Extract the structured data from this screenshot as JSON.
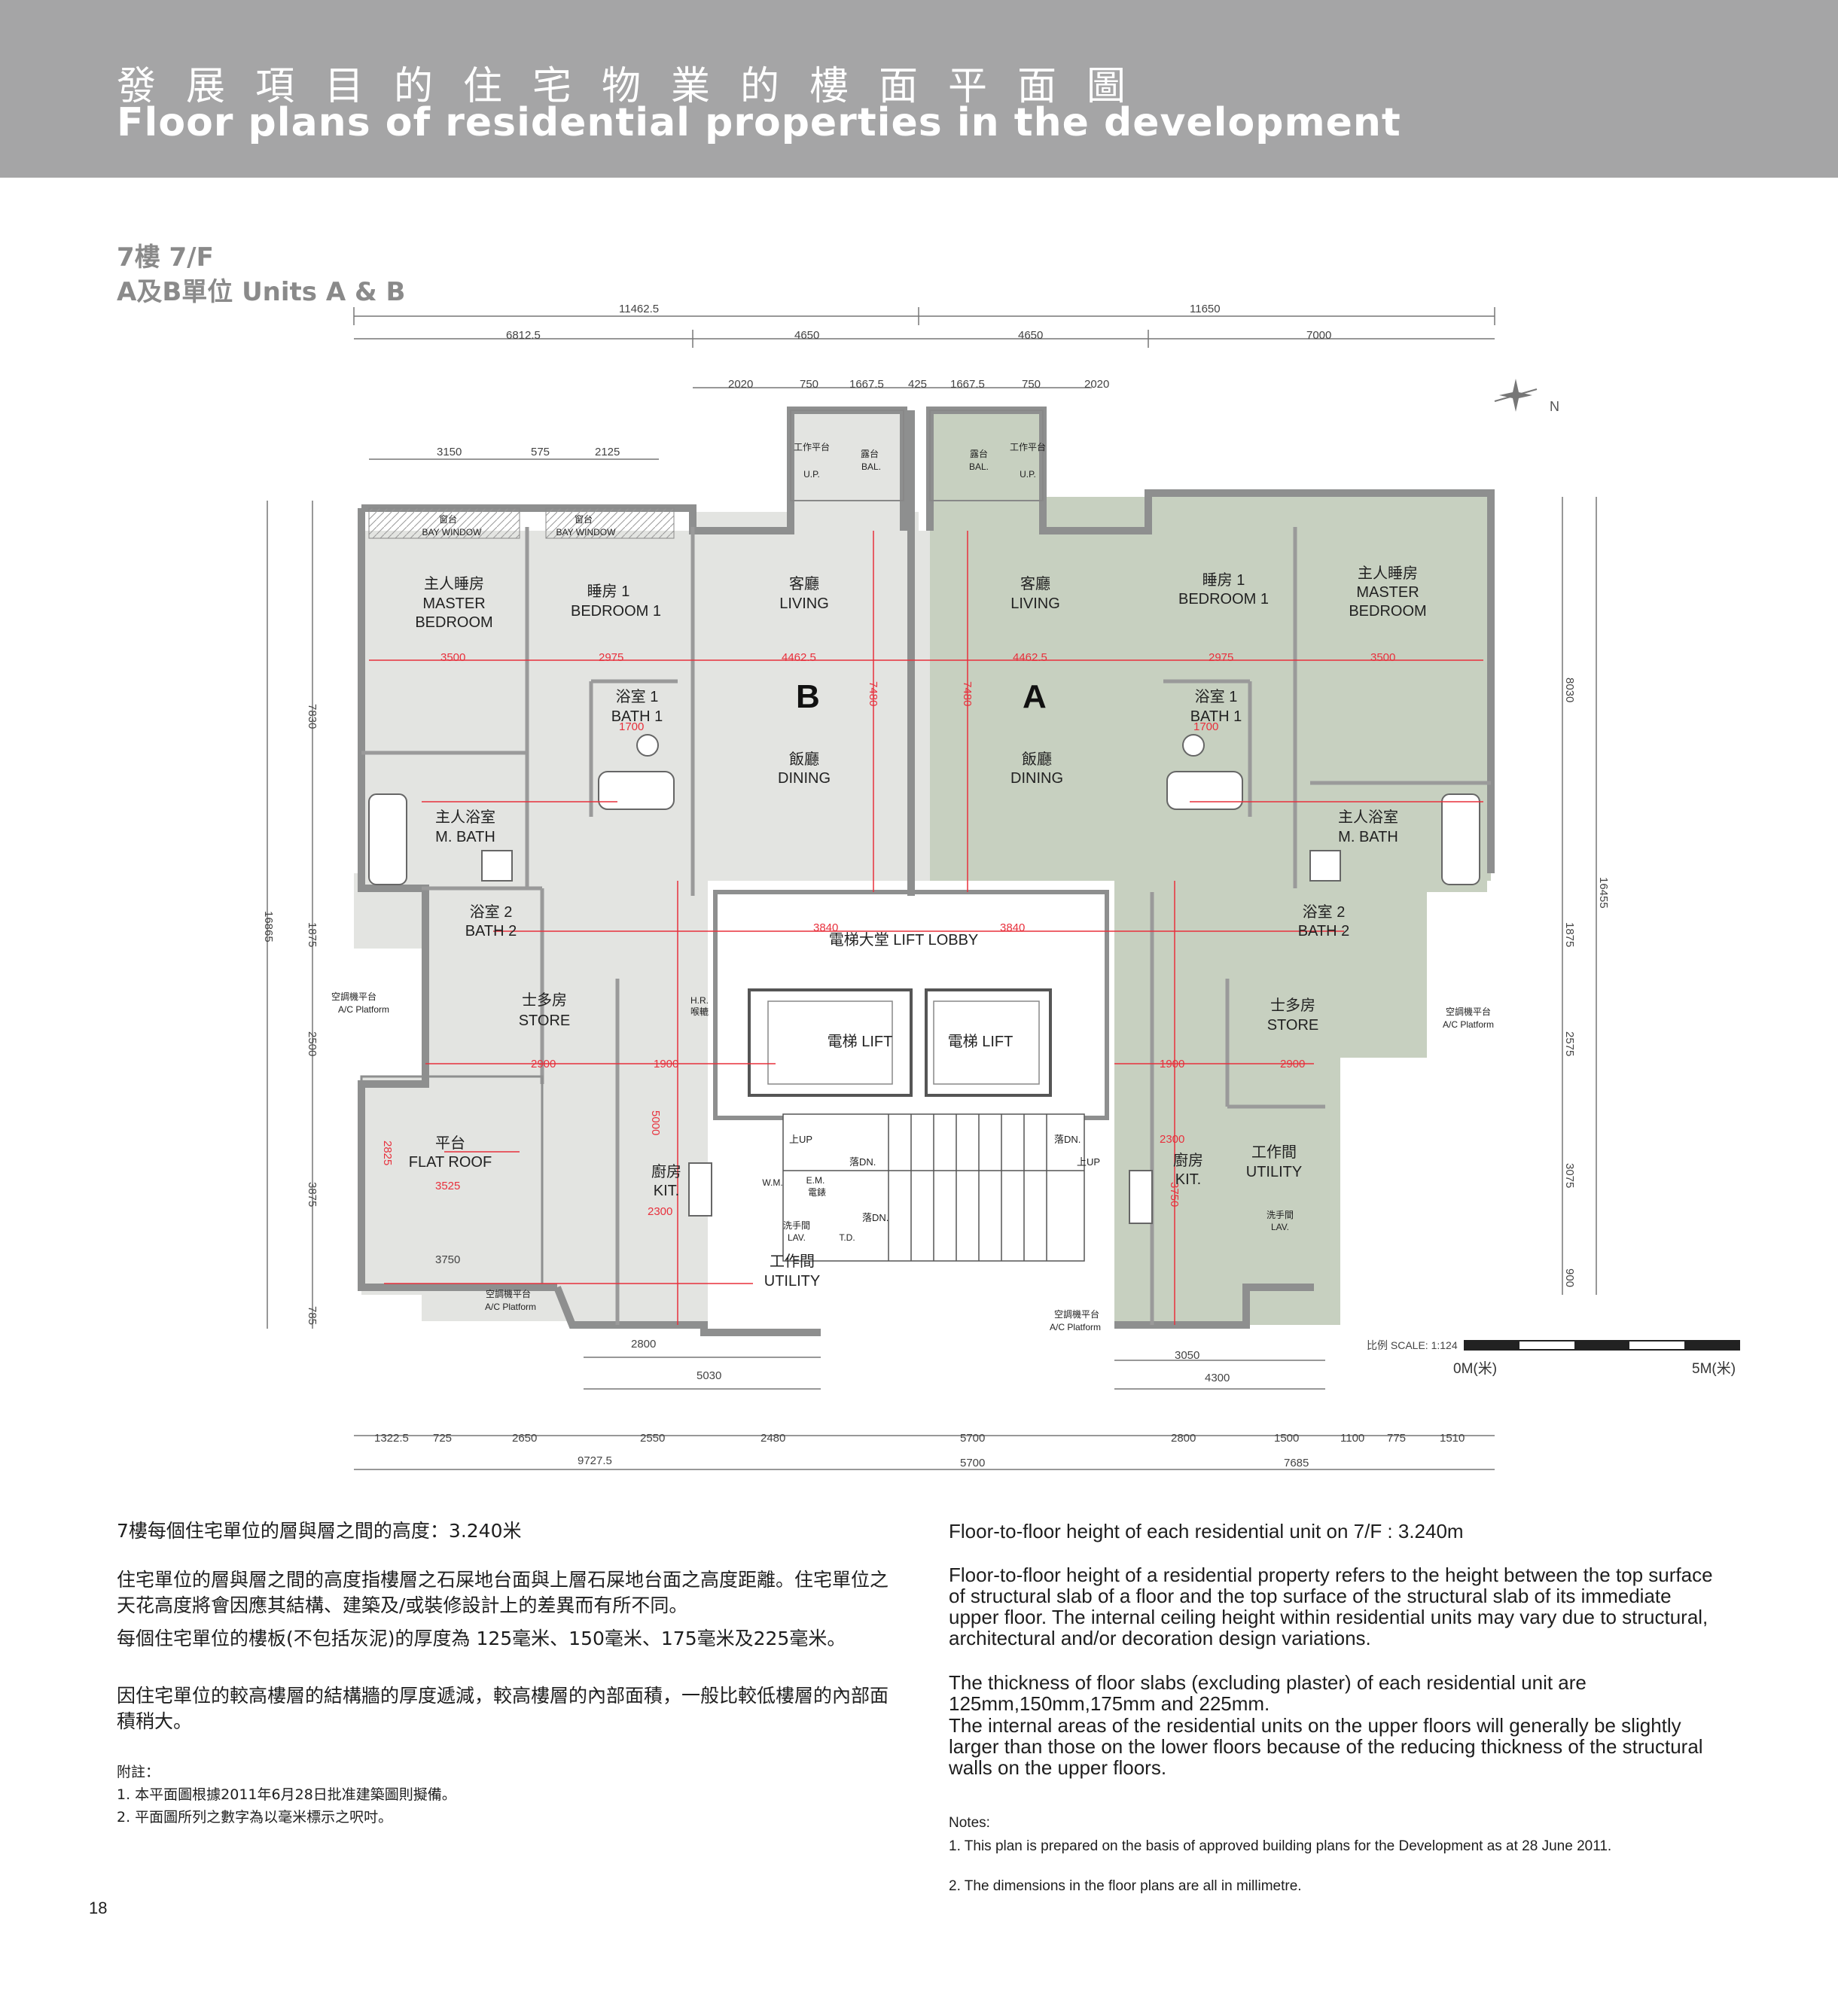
{
  "header": {
    "title_zh": "發展項目的住宅物業的樓面平面圖",
    "title_en": "Floor plans of residential properties in the development"
  },
  "floor": {
    "label": "7樓 7/F",
    "units": "A及B單位 Units A & B"
  },
  "units": {
    "A": "A",
    "B": "B"
  },
  "rooms": {
    "master_bedroom_zh": "主人睡房",
    "master_bedroom_en1": "MASTER",
    "master_bedroom_en2": "BEDROOM",
    "bedroom1_zh": "睡房 1",
    "bedroom1_en": "BEDROOM 1",
    "living_zh": "客廳",
    "living_en": "LIVING",
    "dining_zh": "飯廳",
    "dining_en": "DINING",
    "bath1_zh": "浴室 1",
    "bath1_en": "BATH 1",
    "mbath_zh": "主人浴室",
    "mbath_en": "M. BATH",
    "bath2_zh": "浴室 2",
    "bath2_en": "BATH 2",
    "store_zh": "士多房",
    "store_en": "STORE",
    "kit_zh": "廚房",
    "kit_en": "KIT.",
    "utility_zh": "工作間",
    "utility_en": "UTILITY",
    "flat_roof_zh": "平台",
    "flat_roof_en": "FLAT ROOF",
    "lift_lobby": "電梯大堂 LIFT LOBBY",
    "lift": "電梯 LIFT",
    "bay_window_zh": "窗台",
    "bay_window_en": "BAY WINDOW",
    "ac_platform_zh": "空調機平台",
    "ac_platform_en": "A/C Platform",
    "balcony_zh": "露台",
    "balcony_en": "BAL.",
    "up_zh": "工作平台",
    "up_en": "U.P.",
    "lav_zh": "洗手間",
    "lav_en": "LAV.",
    "wm": "W.M.",
    "em_zh": "E.M.",
    "em_zh2": "電錶",
    "hr": "H.R.",
    "hr_zh": "喉轆",
    "td": "T.D.",
    "stair_up": "上UP",
    "stair_dn": "落DN."
  },
  "dims_top": {
    "total_left": "11462.5",
    "total_right": "11650",
    "row2": [
      "6812.5",
      "4650",
      "4650",
      "7000"
    ],
    "row3": [
      "2020",
      "750",
      "1667.5",
      "425",
      "1667.5",
      "750",
      "2020"
    ],
    "row4": [
      "3150",
      "575",
      "2125"
    ]
  },
  "dims_bottom": {
    "row1": [
      "1322.5",
      "725",
      "2650",
      "2550",
      "2480",
      "5700",
      "2800",
      "1500",
      "1100",
      "775",
      "1510"
    ],
    "row2": [
      "9727.5",
      "5700",
      "7685"
    ],
    "mid": [
      "2800",
      "5030",
      "3050",
      "4300",
      "3750"
    ]
  },
  "dims_left": [
    "7830",
    "16865",
    "1875",
    "2500",
    "3875",
    "785"
  ],
  "dims_right": [
    "8030",
    "16455",
    "1875",
    "2575",
    "3075",
    "900"
  ],
  "dims_inner": [
    "4462.5",
    "4462.5",
    "3500",
    "2975",
    "2975",
    "3500",
    "7480",
    "7480",
    "3840",
    "3840",
    "1700",
    "1700",
    "3525",
    "2825",
    "2900",
    "2900",
    "1900",
    "1900",
    "2300",
    "2300",
    "5000",
    "3750"
  ],
  "north": "N",
  "scale": {
    "label": "比例 SCALE: 1:124",
    "zero": "0M(米)",
    "five": "5M(米)"
  },
  "text_zh": {
    "p1": "7樓每個住宅單位的層與層之間的高度：3.240米",
    "p2": "住宅單位的層與層之間的高度指樓層之石屎地台面與上層石屎地台面之高度距離。住宅單位之天花高度將會因應其結構、建築及/或裝修設計上的差異而有所不同。",
    "p3": "每個住宅單位的樓板(不包括灰泥)的厚度為 125毫米、150毫米、175毫米及225毫米。",
    "p4": "因住宅單位的較高樓層的結構牆的厚度遞減，較高樓層的內部面積，一般比較低樓層的內部面積稍大。",
    "notes_title": "附註：",
    "note1": "1. 本平面圖根據2011年6月28日批准建築圖則擬備。",
    "note2": "2. 平面圖所列之數字為以毫米標示之呎吋。"
  },
  "text_en": {
    "p1": "Floor-to-floor height of each residential unit on 7/F : 3.240m",
    "p2": "Floor-to-floor height of a residential property refers to the height between the top surface of structural slab of a floor and the top surface of the structural slab of its immediate upper floor. The internal ceiling height within residential units may vary due to structural, architectural and/or decoration design variations.",
    "p3": "The thickness of floor slabs (excluding plaster) of each residential unit are 125mm,150mm,175mm and 225mm.",
    "p4": "The internal areas of the residential units on the upper floors will generally be slightly larger than those on the lower floors because of the reducing thickness of the structural walls on the upper floors.",
    "notes_title": "Notes:",
    "note1": "1.  This plan is prepared on the basis of approved building plans for the Development as at 28 June 2011.",
    "note2": "2.  The dimensions in the floor plans are all in millimetre."
  },
  "page_number": "18",
  "colors": {
    "header_bg": "#a5a5a6",
    "unit_b_fill": "#e3e4e1",
    "unit_a_fill": "#c7d0c0",
    "wall": "#8e8f8f",
    "dim_red": "#e8303c"
  }
}
